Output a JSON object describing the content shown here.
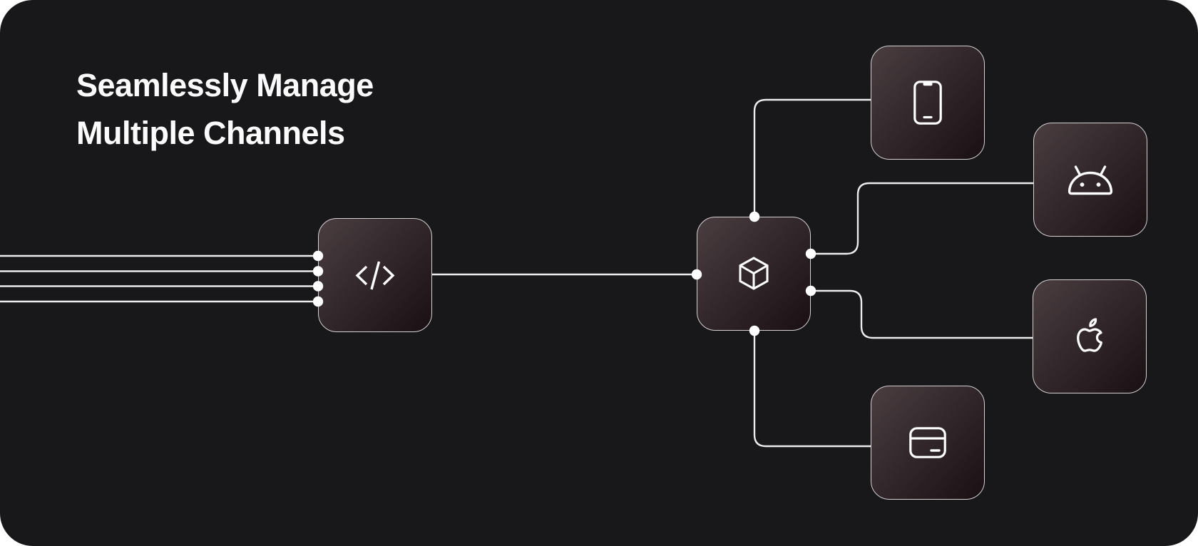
{
  "title": {
    "line1": "Seamlessly Manage",
    "line2": "Multiple Channels"
  },
  "diagram": {
    "source_lines_count": 4,
    "nodes": [
      {
        "id": "code-source",
        "icon": "code-icon"
      },
      {
        "id": "hub",
        "icon": "package-cube-icon"
      },
      {
        "id": "mobile-channel",
        "icon": "smartphone-icon"
      },
      {
        "id": "android-channel",
        "icon": "android-icon"
      },
      {
        "id": "apple-channel",
        "icon": "apple-icon"
      },
      {
        "id": "payment-card-channel",
        "icon": "credit-card-icon"
      }
    ]
  },
  "colors": {
    "page_background": "#ffffff",
    "panel_background": "#18181b",
    "wire": "#ececec",
    "dot": "#ffffff",
    "node_gradient_start": "#4a3e41",
    "node_gradient_end": "#1a1013",
    "node_border": "#d4d2d3",
    "title_text": "#fbfbfb"
  }
}
